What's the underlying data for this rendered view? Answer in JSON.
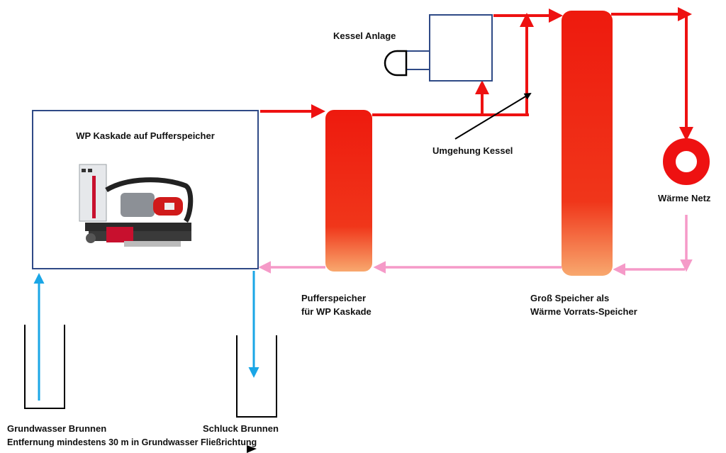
{
  "labels": {
    "wp_kaskade": "WP Kaskade auf Pufferspeicher",
    "kessel_anlage": "Kessel Anlage",
    "umgehung_kessel": "Umgehung Kessel",
    "waerme_netz": "Wärme Netz",
    "pufferspeicher_line1": "Pufferspeicher",
    "pufferspeicher_line2": "für WP Kaskade",
    "gross_speicher_line1": "Groß Speicher als",
    "gross_speicher_line2": "Wärme Vorrats-Speicher",
    "grundwasser_brunnen": "Grundwasser Brunnen",
    "schluck_brunnen": "Schluck Brunnen",
    "entfernung": "Entfernung mindestens 30 m in Grundwasser Fließrichtung"
  },
  "colors": {
    "supply_hot": "#ee1111",
    "return_pink": "#f59ac8",
    "groundwater_blue": "#1aa6e6",
    "box_border": "#2f4a86",
    "tank_top": "#ee1a0e",
    "tank_bottom": "#f8a06a"
  },
  "icons": {
    "heat_pump": "heat-pump-machine-photo",
    "burner": "burner-icon",
    "heat_network": "heat-network-ring-icon"
  }
}
